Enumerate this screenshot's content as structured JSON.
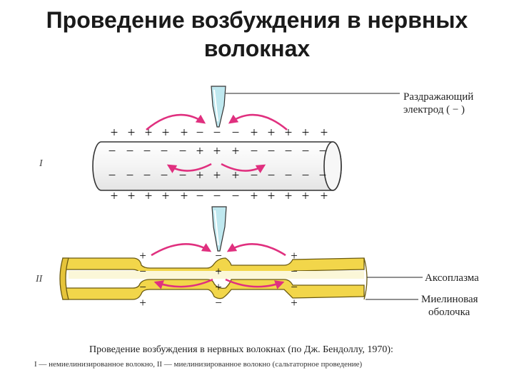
{
  "title": {
    "line1": "Проведение возбуждения в нервных",
    "line2": "волокнах"
  },
  "labels": {
    "electrode_line1": "Раздражающий",
    "electrode_line2": "электрод  ( − )",
    "axoplasm": "Аксоплазма",
    "myelin_line1": "Миелиновая",
    "myelin_line2": "оболочка",
    "fig1_numeral": "I",
    "fig2_numeral": "II"
  },
  "caption": {
    "line1": "Проведение возбуждения в нервных волокнах (по Дж. Бендоллу, 1970):",
    "line2": "I — немиелинизированное волокно, II — миелинизированное волокно (сальтаторное проведение)"
  },
  "signs": {
    "top_outer": [
      "+",
      "+",
      "+",
      "+",
      "+",
      "−",
      "−",
      "−",
      "+",
      "+",
      "+",
      "+",
      "+"
    ],
    "inner_top": [
      "−",
      "−",
      "−",
      "−",
      "−",
      "+",
      "+",
      "+",
      "−",
      "−",
      "−",
      "−",
      "−"
    ],
    "inner_bottom": [
      "−",
      "−",
      "−",
      "−",
      "−",
      "+",
      "+",
      "+",
      "−",
      "−",
      "−",
      "−",
      "−"
    ],
    "bottom_outer": [
      "+",
      "+",
      "+",
      "+",
      "+",
      "−",
      "−",
      "−",
      "+",
      "+",
      "+",
      "+",
      "+"
    ],
    "node_outer": [
      "+",
      "−",
      "+"
    ],
    "node_inner": [
      "−",
      "+",
      "−"
    ]
  },
  "colors": {
    "arrow": "#e0307f",
    "myelin": "#f2d64a",
    "myelin_edge": "#6b5a10",
    "axoplasm": "#fbf7d8",
    "electrode": "#bfe8ef",
    "line": "#222222"
  }
}
